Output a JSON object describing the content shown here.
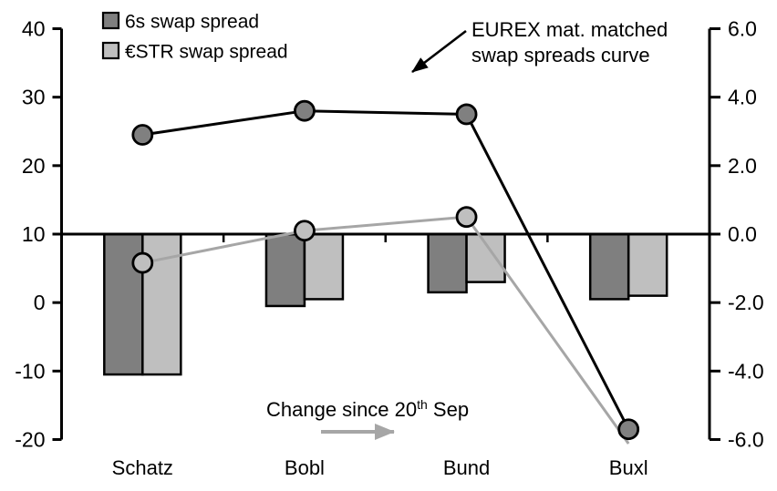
{
  "chart_data": {
    "type": "combo-bar-line",
    "categories": [
      "Schatz",
      "Bobl",
      "Bund",
      "Buxl"
    ],
    "left_axis": {
      "labels": [
        "40",
        "30",
        "20",
        "10",
        "0",
        "-10",
        "-20"
      ],
      "min": -20,
      "max": 40,
      "bar_baseline_value": 10
    },
    "right_axis": {
      "labels": [
        "6.0",
        "4.0",
        "2.0",
        "0.0",
        "-2.0",
        "-4.0",
        "-6.0"
      ],
      "min": -6,
      "max": 6
    },
    "bar_series": [
      {
        "name": "6s swap spread change",
        "axis": "right",
        "color": "#7f7f7f",
        "values": [
          -4.1,
          -2.1,
          -1.7,
          -1.9
        ]
      },
      {
        "name": "ESTR swap spread change",
        "axis": "right",
        "color": "#bfbfbf",
        "values": [
          -4.1,
          -1.9,
          -1.4,
          -1.8
        ]
      }
    ],
    "line_series": [
      {
        "name": "6s swap spread curve",
        "axis": "left",
        "color": "#000000",
        "marker_fill": "#808080",
        "values": [
          24.5,
          28.0,
          27.5,
          -18.5
        ],
        "markers": [
          true,
          true,
          true,
          true
        ]
      },
      {
        "name": "ESTR swap spread curve",
        "axis": "left",
        "color": "#a6a6a6",
        "marker_fill": "#bfbfbf",
        "values": [
          5.8,
          10.5,
          12.5,
          -20.6
        ],
        "markers": [
          true,
          true,
          true,
          false
        ]
      }
    ],
    "legend": {
      "position": "top-left",
      "entries": [
        {
          "label": "6s swap spread",
          "color": "#7f7f7f"
        },
        {
          "label": "€STR swap spread",
          "color": "#bfbfbf"
        }
      ]
    },
    "annotations": {
      "curve_label": {
        "line1": "EUREX mat. matched",
        "line2": "swap spreads curve",
        "arrow_color": "#000000"
      },
      "change_label": {
        "prefix": "Change since 20",
        "superscript": "th",
        "suffix": " Sep",
        "arrow_color": "#a6a6a6"
      }
    },
    "grid": false
  }
}
